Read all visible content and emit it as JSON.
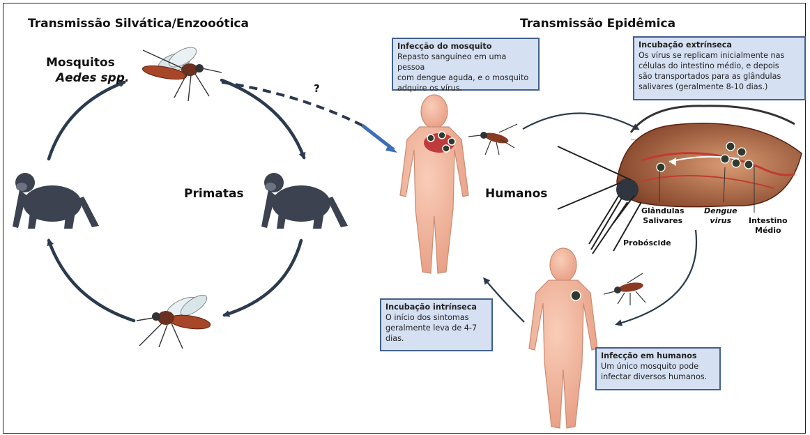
{
  "titles": {
    "sylvatic": "Transmissão Silvática/Enzooótica",
    "epidemic": "Transmissão Epidêmica"
  },
  "labels": {
    "mosquitos": "Mosquitos",
    "aedes": "Aedes spp.",
    "primatas": "Primatas",
    "humanos": "Humanos",
    "question": "?",
    "glandulas": "Glândulas\nSalivares",
    "dengue": "Dengue\nvirus",
    "intestino": "Intestino\nMédio",
    "proboscide": "Probóscide"
  },
  "boxes": {
    "mosquito_infection": {
      "title": "Infecção do mosquito",
      "body": "Repasto sanguíneo em uma pessoa\ncom dengue aguda, e o mosquito\nadquire os vírus."
    },
    "extrinsic": {
      "title": "Incubação extrínseca",
      "body": "Os vírus se replicam inicialmente nas\ncélulas do intestino médio, e depois\nsão transportados para as glândulas\nsalivares (geralmente 8-10 dias.)"
    },
    "intrinsic": {
      "title": "Incubação intrínseca",
      "body": "O início dos sintomas\ngeralmente leva de 4-7\ndias."
    },
    "human_infection": {
      "title": "Infecção em humanos",
      "body": "Um único mosquito pode\ninfectar diversos humanos."
    }
  },
  "colors": {
    "arrow": "#2b3a4e",
    "primate": "#3c4250",
    "skin": "#f2b59e",
    "skin_edge": "#c98b73",
    "mosquito": "#8a3a22",
    "box_fill": "#d5e0f2",
    "box_border": "#41608e",
    "dashed_tip": "#3d6fb8"
  }
}
